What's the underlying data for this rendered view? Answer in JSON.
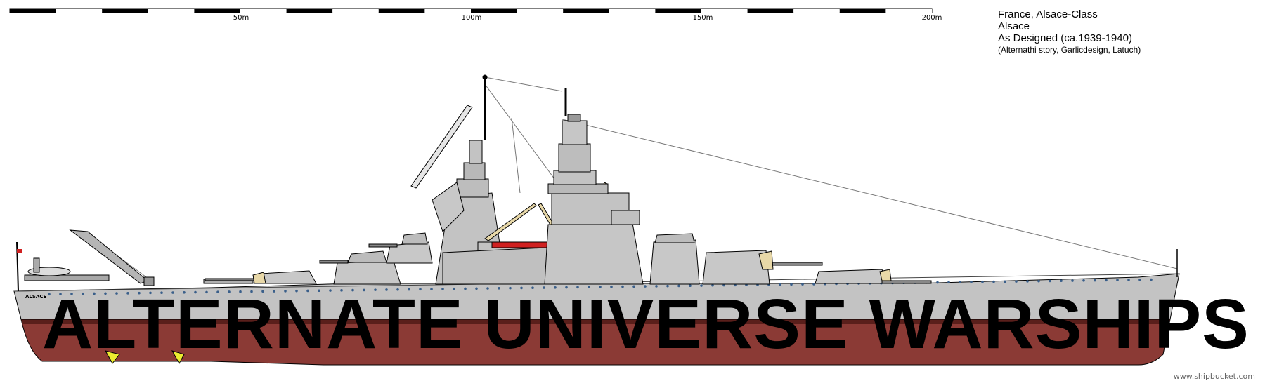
{
  "scale": {
    "labels": [
      "50m",
      "100m",
      "150m",
      "200m"
    ]
  },
  "info": {
    "line1": "France, Alsace-Class",
    "line2": "Alsace",
    "line3": "As Designed (ca.1939-1940)",
    "line4": "(Alternathi story, Garlicdesign, Latuch)"
  },
  "hull_name": "ALSACE",
  "watermark": "ALTERNATE UNIVERSE WARSHIPS",
  "footer": "www.shipbucket.com",
  "colors": {
    "hull_grey": "#c3c3c3",
    "deck_grey": "#b0b0b0",
    "antifouling_red": "#8b3a35",
    "dark_red": "#6f2c28",
    "porthole_blue": "#3a5f8a",
    "canvas_tan": "#e8d8a8",
    "boat_red": "#d02020",
    "scale_black": "#000000"
  }
}
